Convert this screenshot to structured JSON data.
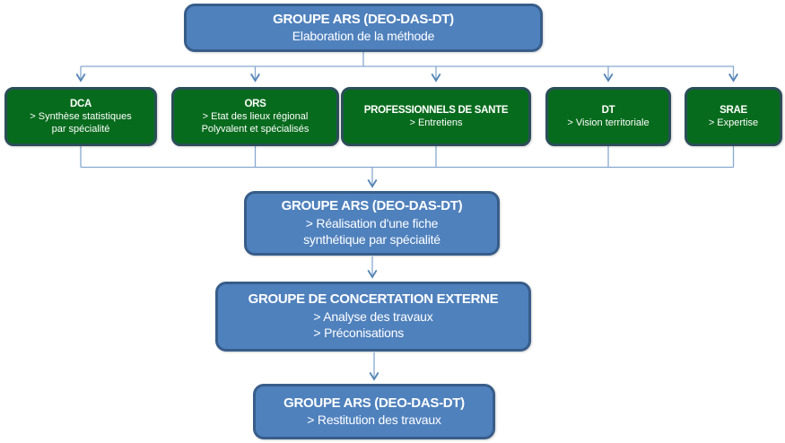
{
  "palette": {
    "blue_fill": "#4f81bd",
    "blue_border": "#385d8a",
    "green_fill": "#076b1d",
    "green_border": "#2b4e58",
    "connector": "#87a9cf",
    "connector_dark": "#5585b5",
    "text": "#ffffff",
    "background": "#ffffff"
  },
  "top_box": {
    "title": "GROUPE ARS (DEO-DAS-DT)",
    "subtitle": "Elaboration de la méthode"
  },
  "green_boxes": [
    {
      "title": "DCA",
      "lines": [
        "> Synthèse statistiques",
        "par spécialité"
      ]
    },
    {
      "title": "ORS",
      "lines": [
        "> Etat des lieux régional",
        "Polyvalent et spécialisés"
      ]
    },
    {
      "title": "PROFESSIONNELS DE SANTE",
      "lines": [
        "> Entretiens"
      ]
    },
    {
      "title": "DT",
      "lines": [
        "> Vision territoriale"
      ]
    },
    {
      "title": "SRAE",
      "lines": [
        "> Expertise"
      ]
    }
  ],
  "flow_boxes": [
    {
      "title": "GROUPE ARS (DEO-DAS-DT)",
      "lines": [
        "> Réalisation d'une fiche",
        "synthétique par spécialité"
      ]
    },
    {
      "title": "GROUPE DE CONCERTATION EXTERNE",
      "lines": [
        "> Analyse des travaux",
        "> Préconisations"
      ]
    },
    {
      "title": "GROUPE ARS (DEO-DAS-DT)",
      "lines": [
        "> Restitution des travaux"
      ]
    }
  ]
}
